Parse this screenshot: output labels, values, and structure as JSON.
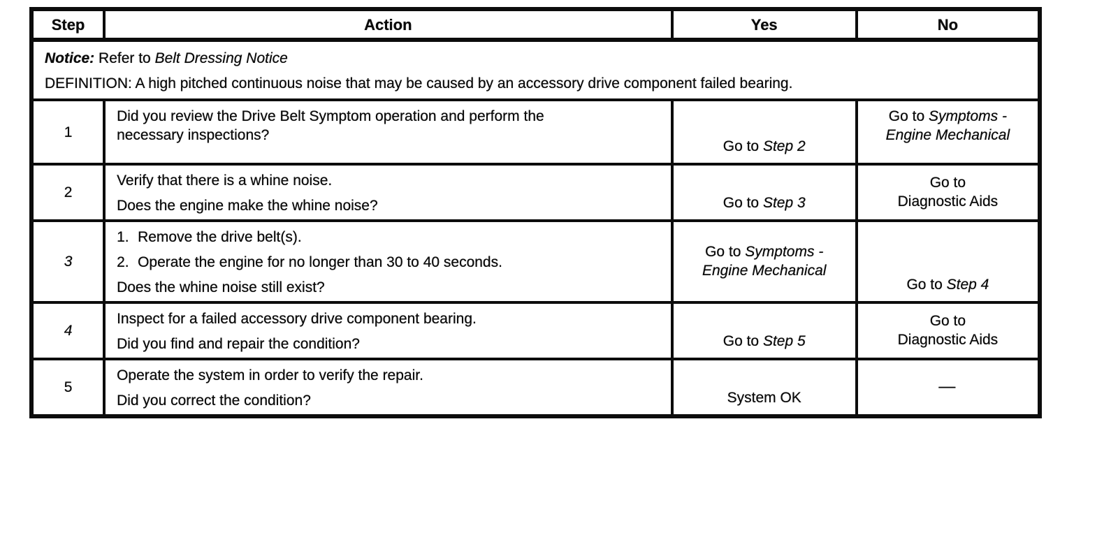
{
  "colors": {
    "ink": "#0b0b0b",
    "paper": "#ffffff",
    "border": "#0c0c0c"
  },
  "table": {
    "headers": {
      "step": "Step",
      "action": "Action",
      "yes": "Yes",
      "no": "No"
    },
    "notice": {
      "label": "Notice:",
      "refer_text": " Refer to ",
      "refer_italic": "Belt Dressing Notice",
      "definition": "DEFINITION: A high pitched continuous noise that may be caused by an accessory drive component failed bearing."
    },
    "rows": [
      {
        "step": "1",
        "action": {
          "question": "Did you review the Drive Belt Symptom operation and perform the necessary inspections?"
        },
        "yes": {
          "pre": "Go to ",
          "italic": "Step 2"
        },
        "no": {
          "pre": "Go to ",
          "italic1": "Symptoms -",
          "italic2": "Engine Mechanical"
        }
      },
      {
        "step": "2",
        "action": {
          "statement": "Verify that there is a whine noise.",
          "question": "Does the engine make the whine noise?"
        },
        "yes": {
          "pre": "Go to ",
          "italic": "Step 3"
        },
        "no": {
          "line1": "Go to",
          "line2": "Diagnostic Aids"
        }
      },
      {
        "step": "3",
        "action": {
          "list_numbers": [
            "1.",
            "2."
          ],
          "list": [
            "Remove the drive belt(s).",
            "Operate the engine for no longer than 30 to 40 seconds."
          ],
          "question": "Does the whine noise still exist?"
        },
        "yes": {
          "pre": "Go to ",
          "italic1": "Symptoms -",
          "italic2": "Engine Mechanical"
        },
        "no": {
          "pre": "Go to ",
          "italic": "Step 4"
        }
      },
      {
        "step": "4",
        "action": {
          "statement": "Inspect for a failed accessory drive component bearing.",
          "question": "Did you find and repair the condition?"
        },
        "yes": {
          "pre": "Go to ",
          "italic": "Step 5"
        },
        "no": {
          "line1": "Go to",
          "line2": "Diagnostic Aids"
        }
      },
      {
        "step": "5",
        "action": {
          "statement": "Operate the system in order to verify the repair.",
          "question": "Did you correct the condition?"
        },
        "yes": {
          "plain": "System OK"
        },
        "no": {
          "dash": "—"
        }
      }
    ]
  }
}
